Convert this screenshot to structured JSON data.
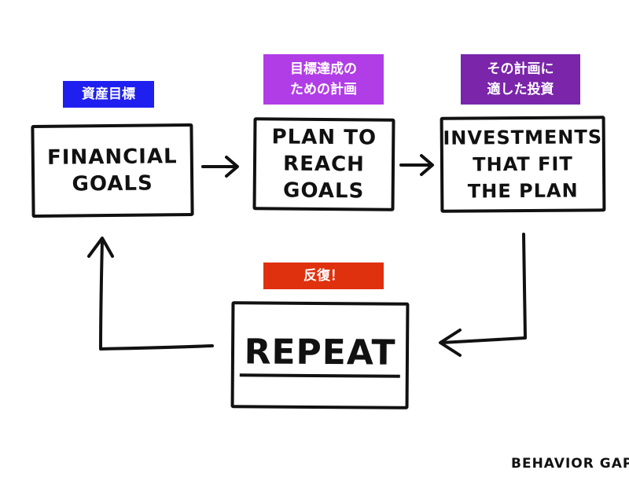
{
  "tags": {
    "goals": {
      "lines": [
        "資産目標"
      ],
      "color": "#1f1ff0"
    },
    "plan": {
      "lines": [
        "目標達成の",
        "ための計画"
      ],
      "color": "#b03de6"
    },
    "invest": {
      "lines": [
        "その計画に",
        "適した投資"
      ],
      "color": "#7a25aa"
    },
    "repeat": {
      "lines": [
        "反復！"
      ],
      "color": "#e0310f"
    }
  },
  "boxes": {
    "goals": {
      "lines": [
        "Financial",
        "Goals"
      ]
    },
    "plan": {
      "lines": [
        "Plan to",
        "Reach",
        "Goals"
      ]
    },
    "invest": {
      "lines": [
        "Investments",
        "that fit",
        "the plan"
      ]
    },
    "repeat": {
      "lines": [
        "Repeat"
      ]
    }
  },
  "brand": "BEHAVIOR GAP"
}
